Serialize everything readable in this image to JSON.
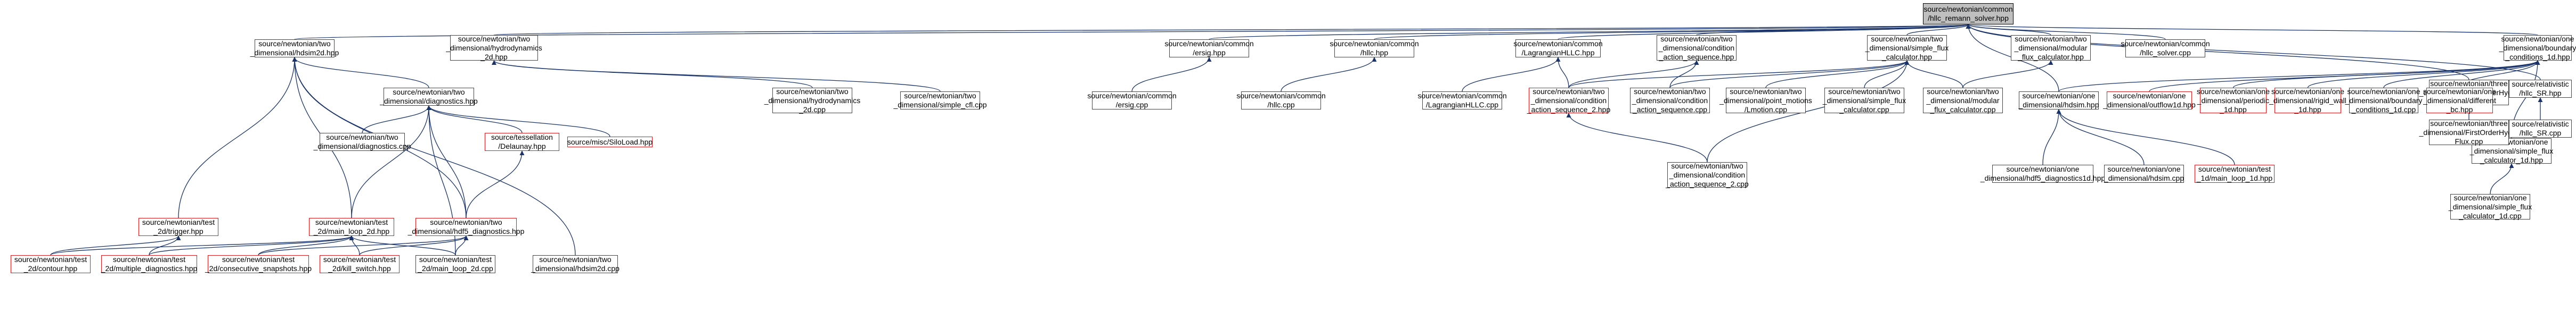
{
  "colors": {
    "edge": "#19336a",
    "node_border": "#444444",
    "missing_border": "#e0191c",
    "root_fill": "#bfbfbf"
  },
  "nodes": [
    {
      "id": "root",
      "label": "source/newtonian/common\n/hllc_remann_solver.hpp",
      "style": "root"
    },
    {
      "id": "hdsim2d_hpp",
      "label": "source/newtonian/two\n_dimensional/hdsim2d.hpp",
      "style": "normal"
    },
    {
      "id": "hydro_2d_hpp",
      "label": "source/newtonian/two\n_dimensional/hydrodynamics\n_2d.hpp",
      "style": "normal"
    },
    {
      "id": "ersig_hpp",
      "label": "source/newtonian/common\n/ersig.hpp",
      "style": "normal"
    },
    {
      "id": "hllc_hpp",
      "label": "source/newtonian/common\n/hllc.hpp",
      "style": "normal"
    },
    {
      "id": "lag_hllc_hpp",
      "label": "source/newtonian/common\n/LagrangianHLLC.hpp",
      "style": "normal"
    },
    {
      "id": "cond_seq_hpp",
      "label": "source/newtonian/two\n_dimensional/condition\n_action_sequence.hpp",
      "style": "normal"
    },
    {
      "id": "simple_flux_hpp",
      "label": "source/newtonian/two\n_dimensional/simple_flux\n_calculator.hpp",
      "style": "normal"
    },
    {
      "id": "modular_flux_hpp",
      "label": "source/newtonian/two\n_dimensional/modular\n_flux_calculator.hpp",
      "style": "normal"
    },
    {
      "id": "hllc_solver_cpp",
      "label": "source/newtonian/common\n/hllc_solver.cpp",
      "style": "normal"
    },
    {
      "id": "one_bc_hpp",
      "label": "source/newtonian/one\n_dimensional/boundary\n_conditions_1d.hpp",
      "style": "normal"
    },
    {
      "id": "first_order_hpp",
      "label": "source/newtonian/three\n_dimensional/FirstOrderHydro\nFlux.hpp",
      "style": "normal"
    },
    {
      "id": "rel_hllc_hpp",
      "label": "source/relativistic\n/hllc_SR.hpp",
      "style": "normal"
    },
    {
      "id": "diag_hpp",
      "label": "source/newtonian/two\n_dimensional/diagnostics.hpp",
      "style": "normal"
    },
    {
      "id": "hydro_2d_cpp",
      "label": "source/newtonian/two\n_dimensional/hydrodynamics\n_2d.cpp",
      "style": "normal"
    },
    {
      "id": "simple_cfl_cpp",
      "label": "source/newtonian/two\n_dimensional/simple_cfl.cpp",
      "style": "normal"
    },
    {
      "id": "ersig_cpp",
      "label": "source/newtonian/common\n/ersig.cpp",
      "style": "normal"
    },
    {
      "id": "hllc_cpp",
      "label": "source/newtonian/common\n/hllc.cpp",
      "style": "normal"
    },
    {
      "id": "lag_hllc_cpp",
      "label": "source/newtonian/common\n/LagrangianHLLC.cpp",
      "style": "normal"
    },
    {
      "id": "cond_seq2_hpp",
      "label": "source/newtonian/two\n_dimensional/condition\n_action_sequence_2.hpp",
      "style": "missing"
    },
    {
      "id": "cond_seq_cpp",
      "label": "source/newtonian/two\n_dimensional/condition\n_action_sequence.cpp",
      "style": "normal"
    },
    {
      "id": "point_motions_cpp",
      "label": "source/newtonian/two\n_dimensional/point_motions\n/Lmotion.cpp",
      "style": "normal"
    },
    {
      "id": "simple_flux_cpp",
      "label": "source/newtonian/two\n_dimensional/simple_flux\n_calculator.cpp",
      "style": "normal"
    },
    {
      "id": "modular_flux_cpp",
      "label": "source/newtonian/two\n_dimensional/modular\n_flux_calculator.cpp",
      "style": "normal"
    },
    {
      "id": "one_hdsim_hpp",
      "label": "source/newtonian/one\n_dimensional/hdsim.hpp",
      "style": "normal"
    },
    {
      "id": "outflow_1d_hpp",
      "label": "source/newtonian/one\n_dimensional/outflow1d.hpp",
      "style": "missing"
    },
    {
      "id": "periodic_1d_hpp",
      "label": "source/newtonian/one\n_dimensional/periodic\n_1d.hpp",
      "style": "missing"
    },
    {
      "id": "rigid_wall_1d_hpp",
      "label": "source/newtonian/one\n_dimensional/rigid_wall\n_1d.hpp",
      "style": "missing"
    },
    {
      "id": "boundary_1d_cpp",
      "label": "source/newtonian/one\n_dimensional/boundary\n_conditions_1d.cpp",
      "style": "normal"
    },
    {
      "id": "different_bc_hpp",
      "label": "source/newtonian/one\n_dimensional/different\n_bc.hpp",
      "style": "missing"
    },
    {
      "id": "simple_flux_1d_hpp",
      "label": "source/newtonian/one\n_dimensional/simple_flux\n_calculator_1d.hpp",
      "style": "normal"
    },
    {
      "id": "first_order_cpp",
      "label": "source/newtonian/three\n_dimensional/FirstOrderHydro\nFlux.cpp",
      "style": "normal"
    },
    {
      "id": "rel_hllc_cpp",
      "label": "source/relativistic\n/hllc_SR.cpp",
      "style": "normal"
    },
    {
      "id": "tess_delaunay",
      "label": "source/tessellation\n/Delaunay.hpp",
      "style": "missing"
    },
    {
      "id": "silo_load",
      "label": "source/misc/SiloLoad.hpp",
      "style": "missing"
    },
    {
      "id": "diag_cpp",
      "label": "source/newtonian/two\n_dimensional/diagnostics.cpp",
      "style": "normal"
    },
    {
      "id": "cond_seq2_cpp",
      "label": "source/newtonian/two\n_dimensional/condition\n_action_sequence_2.cpp",
      "style": "normal"
    },
    {
      "id": "hdf5_diag_1d_hpp",
      "label": "source/newtonian/one\n_dimensional/hdf5_diagnostics1d.hpp",
      "style": "normal"
    },
    {
      "id": "one_hdsim_cpp",
      "label": "source/newtonian/one\n_dimensional/hdsim.cpp",
      "style": "normal"
    },
    {
      "id": "main_loop_1d_hpp",
      "label": "source/newtonian/test\n_1d/main_loop_1d.hpp",
      "style": "missing"
    },
    {
      "id": "simple_flux_1d_cpp",
      "label": "source/newtonian/one\n_dimensional/simple_flux\n_calculator_1d.cpp",
      "style": "normal"
    },
    {
      "id": "test_2d_trigger",
      "label": "source/newtonian/test\n_2d/trigger.hpp",
      "style": "missing"
    },
    {
      "id": "main_loop_2d_hpp",
      "label": "source/newtonian/test\n_2d/main_loop_2d.hpp",
      "style": "missing"
    },
    {
      "id": "hdf5_diag_hpp",
      "label": "source/newtonian/two\n_dimensional/hdf5_diagnostics.hpp",
      "style": "missing"
    },
    {
      "id": "test_2d_contour",
      "label": "source/newtonian/test\n_2d/contour.hpp",
      "style": "missing"
    },
    {
      "id": "test_2d_multiple",
      "label": "source/newtonian/test\n_2d/multiple_diagnostics.hpp",
      "style": "missing"
    },
    {
      "id": "test_2d_consecutive",
      "label": "source/newtonian/test\n_2d/consecutive_snapshots.hpp",
      "style": "missing"
    },
    {
      "id": "test_2d_kill_switch",
      "label": "source/newtonian/test\n_2d/kill_switch.hpp",
      "style": "missing"
    },
    {
      "id": "test_2d_main_loop_cpp",
      "label": "source/newtonian/test\n_2d/main_loop_2d.cpp",
      "style": "normal"
    },
    {
      "id": "hdsim2d_cpp",
      "label": "source/newtonian/two\n_dimensional/hdsim2d.cpp",
      "style": "normal"
    }
  ],
  "edges": [
    [
      "hdsim2d_hpp",
      "root"
    ],
    [
      "hydro_2d_hpp",
      "root"
    ],
    [
      "ersig_hpp",
      "root"
    ],
    [
      "hllc_hpp",
      "root"
    ],
    [
      "lag_hllc_hpp",
      "root"
    ],
    [
      "cond_seq_hpp",
      "root"
    ],
    [
      "simple_flux_hpp",
      "root"
    ],
    [
      "modular_flux_hpp",
      "root"
    ],
    [
      "hllc_solver_cpp",
      "root"
    ],
    [
      "one_bc_hpp",
      "root"
    ],
    [
      "first_order_hpp",
      "root"
    ],
    [
      "rel_hllc_hpp",
      "root"
    ],
    [
      "one_hdsim_hpp",
      "root"
    ],
    [
      "diag_hpp",
      "hdsim2d_hpp"
    ],
    [
      "test_2d_trigger",
      "hdsim2d_hpp"
    ],
    [
      "main_loop_2d_hpp",
      "hdsim2d_hpp"
    ],
    [
      "hdf5_diag_hpp",
      "hdsim2d_hpp"
    ],
    [
      "hdsim2d_cpp",
      "hdsim2d_hpp"
    ],
    [
      "hydro_2d_cpp",
      "hydro_2d_hpp"
    ],
    [
      "simple_cfl_cpp",
      "hydro_2d_hpp"
    ],
    [
      "ersig_cpp",
      "ersig_hpp"
    ],
    [
      "hllc_cpp",
      "hllc_hpp"
    ],
    [
      "lag_hllc_cpp",
      "lag_hllc_hpp"
    ],
    [
      "cond_seq2_hpp",
      "lag_hllc_hpp"
    ],
    [
      "cond_seq2_hpp",
      "cond_seq_hpp"
    ],
    [
      "cond_seq_cpp",
      "cond_seq_hpp"
    ],
    [
      "point_motions_cpp",
      "simple_flux_hpp"
    ],
    [
      "simple_flux_cpp",
      "simple_flux_hpp"
    ],
    [
      "cond_seq2_hpp",
      "simple_flux_hpp"
    ],
    [
      "cond_seq_cpp",
      "simple_flux_hpp"
    ],
    [
      "cond_seq2_cpp",
      "simple_flux_hpp"
    ],
    [
      "modular_flux_cpp",
      "simple_flux_hpp"
    ],
    [
      "modular_flux_cpp",
      "modular_flux_hpp"
    ],
    [
      "one_hdsim_hpp",
      "one_bc_hpp"
    ],
    [
      "outflow_1d_hpp",
      "one_bc_hpp"
    ],
    [
      "periodic_1d_hpp",
      "one_bc_hpp"
    ],
    [
      "rigid_wall_1d_hpp",
      "one_bc_hpp"
    ],
    [
      "boundary_1d_cpp",
      "one_bc_hpp"
    ],
    [
      "different_bc_hpp",
      "one_bc_hpp"
    ],
    [
      "simple_flux_1d_hpp",
      "one_bc_hpp"
    ],
    [
      "first_order_cpp",
      "first_order_hpp"
    ],
    [
      "rel_hllc_cpp",
      "rel_hllc_hpp"
    ],
    [
      "cond_seq2_cpp",
      "cond_seq2_hpp"
    ],
    [
      "hdf5_diag_1d_hpp",
      "one_hdsim_hpp"
    ],
    [
      "one_hdsim_cpp",
      "one_hdsim_hpp"
    ],
    [
      "main_loop_1d_hpp",
      "one_hdsim_hpp"
    ],
    [
      "simple_flux_1d_cpp",
      "simple_flux_1d_hpp"
    ],
    [
      "diag_cpp",
      "diag_hpp"
    ],
    [
      "tess_delaunay",
      "diag_hpp"
    ],
    [
      "silo_load",
      "diag_hpp"
    ],
    [
      "main_loop_2d_hpp",
      "diag_hpp"
    ],
    [
      "hdf5_diag_hpp",
      "diag_hpp"
    ],
    [
      "test_2d_main_loop_cpp",
      "diag_hpp"
    ],
    [
      "hdf5_diag_hpp",
      "tess_delaunay"
    ],
    [
      "test_2d_contour",
      "test_2d_trigger"
    ],
    [
      "test_2d_multiple",
      "test_2d_trigger"
    ],
    [
      "test_2d_contour",
      "main_loop_2d_hpp"
    ],
    [
      "test_2d_multiple",
      "main_loop_2d_hpp"
    ],
    [
      "test_2d_consecutive",
      "main_loop_2d_hpp"
    ],
    [
      "test_2d_kill_switch",
      "main_loop_2d_hpp"
    ],
    [
      "test_2d_main_loop_cpp",
      "main_loop_2d_hpp"
    ],
    [
      "test_2d_consecutive",
      "hdf5_diag_hpp"
    ],
    [
      "test_2d_kill_switch",
      "hdf5_diag_hpp"
    ],
    [
      "test_2d_main_loop_cpp",
      "hdf5_diag_hpp"
    ]
  ]
}
